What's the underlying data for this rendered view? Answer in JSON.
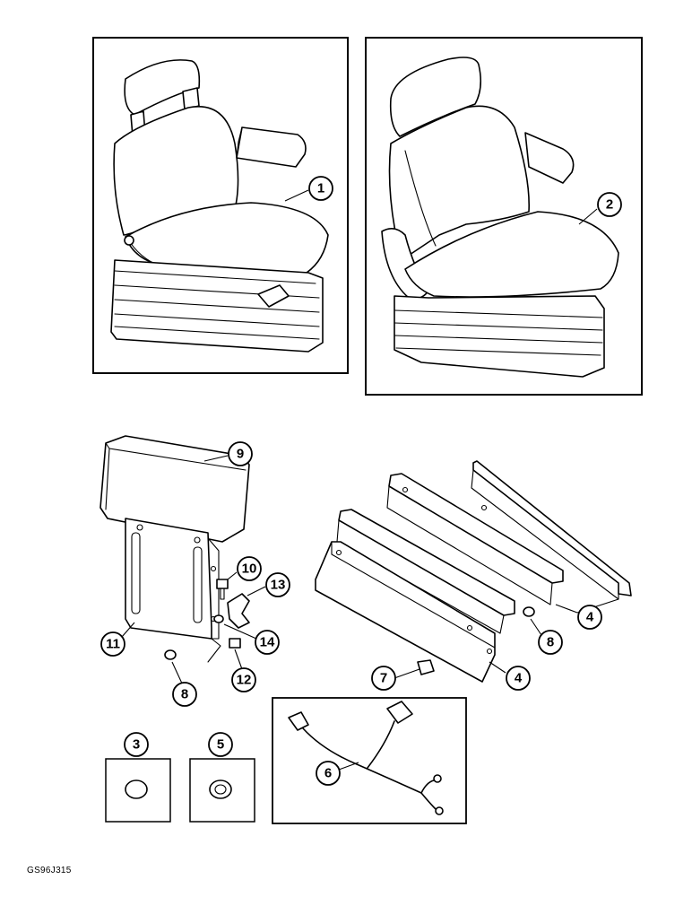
{
  "callouts": {
    "c1": "1",
    "c2": "2",
    "c3": "3",
    "c4a": "4",
    "c4b": "4",
    "c5": "5",
    "c6": "6",
    "c7": "7",
    "c8a": "8",
    "c8b": "8",
    "c9": "9",
    "c10": "10",
    "c11": "11",
    "c12": "12",
    "c13": "13",
    "c14": "14"
  },
  "figure_code": "GS96J315"
}
